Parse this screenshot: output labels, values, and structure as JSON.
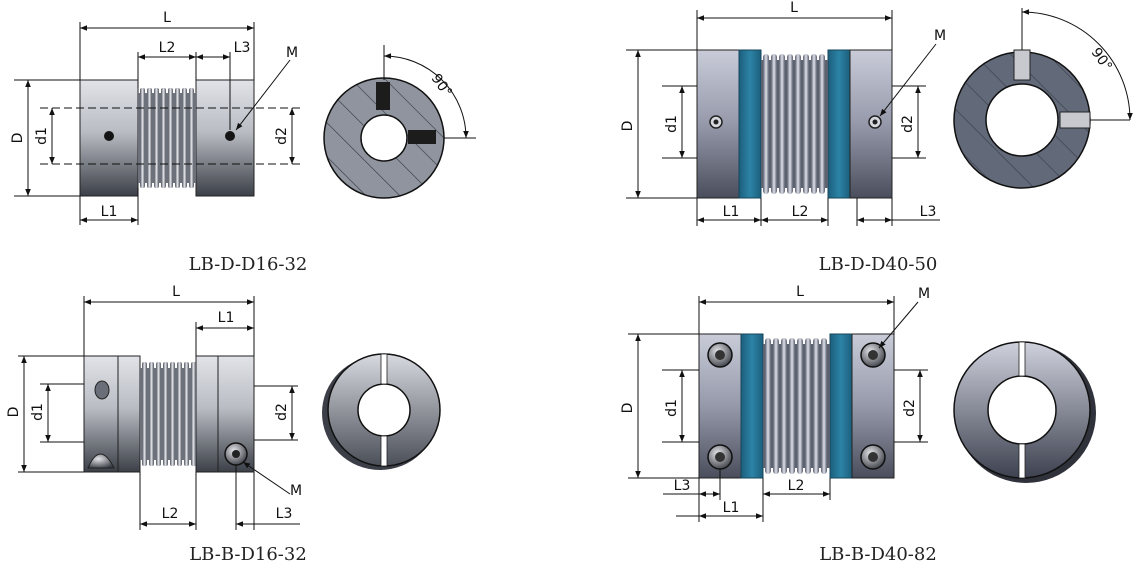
{
  "colors": {
    "hub_light": "#e1e3e8",
    "hub_dark": "#3b3f47",
    "clamp_light": "#c9ccd8",
    "clamp_dark": "#4a4e5c",
    "spacer_blue": "#2c83a6",
    "section_fill": "#8f949e",
    "section_blue_fill": "#626979",
    "line": "#111111"
  },
  "views": [
    {
      "caption": "LB-D-D16-32",
      "labels": {
        "L": "L",
        "L1": "L1",
        "L2": "L2",
        "L3": "L3",
        "D": "D",
        "d1": "d1",
        "d2": "d2",
        "M": "M",
        "angle": "90°"
      }
    },
    {
      "caption": "LB-D-D40-50",
      "labels": {
        "L": "L",
        "L1": "L1",
        "L2": "L2",
        "L3": "L3",
        "D": "D",
        "d1": "d1",
        "d2": "d2",
        "M": "M",
        "angle": "90°"
      }
    },
    {
      "caption": "LB-B-D16-32",
      "labels": {
        "L": "L",
        "L1": "L1",
        "L2": "L2",
        "L3": "L3",
        "D": "D",
        "d1": "d1",
        "d2": "d2",
        "M": "M"
      }
    },
    {
      "caption": "LB-B-D40-82",
      "labels": {
        "L": "L",
        "L1": "L1",
        "L2": "L2",
        "L3": "L3",
        "D": "D",
        "d1": "d1",
        "d2": "d2",
        "M": "M"
      }
    }
  ]
}
